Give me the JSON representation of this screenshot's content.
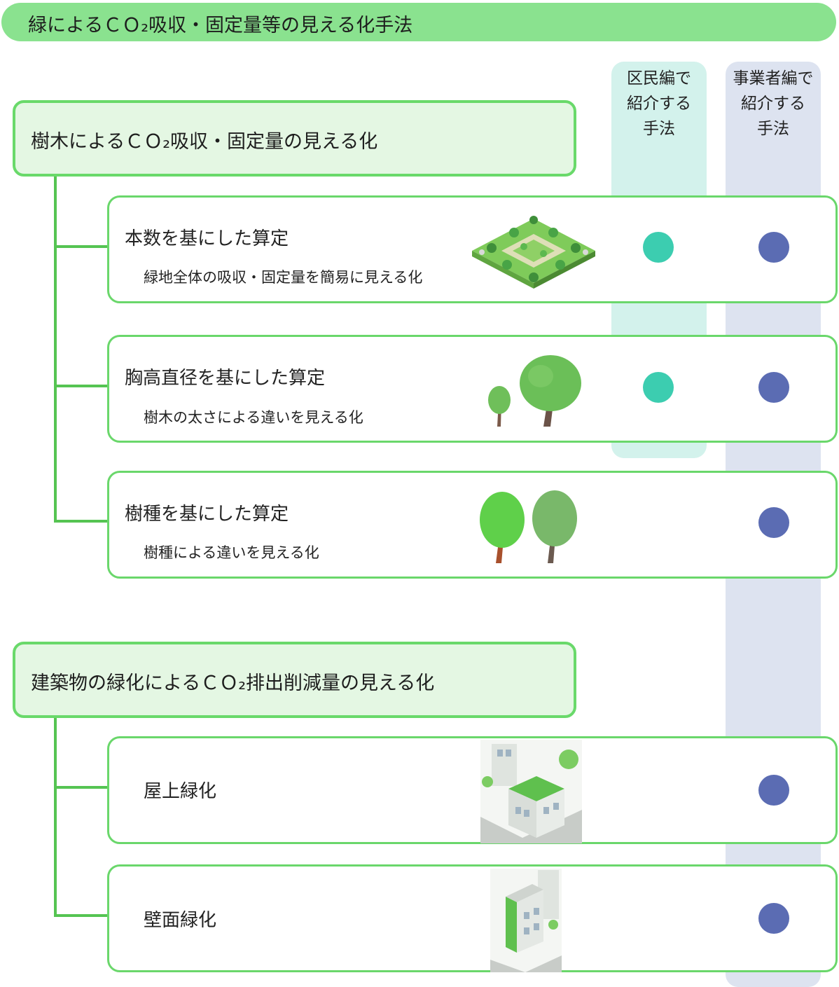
{
  "title": "緑によるＣＯ₂吸収・固定量等の見える化手法",
  "columns": {
    "ku": {
      "header": [
        "区民編で",
        "紹介する",
        "手法"
      ],
      "color": "#3ccdb0"
    },
    "ji": {
      "header": [
        "事業者編で",
        "紹介する",
        "手法"
      ],
      "color": "#5b6cb3"
    }
  },
  "sections": [
    {
      "title": "樹木によるＣＯ₂吸収・固定量の見える化",
      "items": [
        {
          "title": "本数を基にした算定",
          "subtitle": "緑地全体の吸収・固定量を簡易に見える化",
          "icon": "park-icon",
          "ku": true,
          "ji": true
        },
        {
          "title": "胸高直径を基にした算定",
          "subtitle": "樹木の太さによる違いを見える化",
          "icon": "trees-size-icon",
          "ku": true,
          "ji": true
        },
        {
          "title": "樹種を基にした算定",
          "subtitle": "樹種による違いを見える化",
          "icon": "trees-species-icon",
          "ku": false,
          "ji": true
        }
      ]
    },
    {
      "title": "建築物の緑化によるＣＯ₂排出削減量の見える化",
      "items": [
        {
          "title": "屋上緑化",
          "icon": "rooftop-building-icon",
          "ku": false,
          "ji": true
        },
        {
          "title": "壁面緑化",
          "icon": "wall-greening-building-icon",
          "ku": false,
          "ji": true
        }
      ]
    }
  ]
}
